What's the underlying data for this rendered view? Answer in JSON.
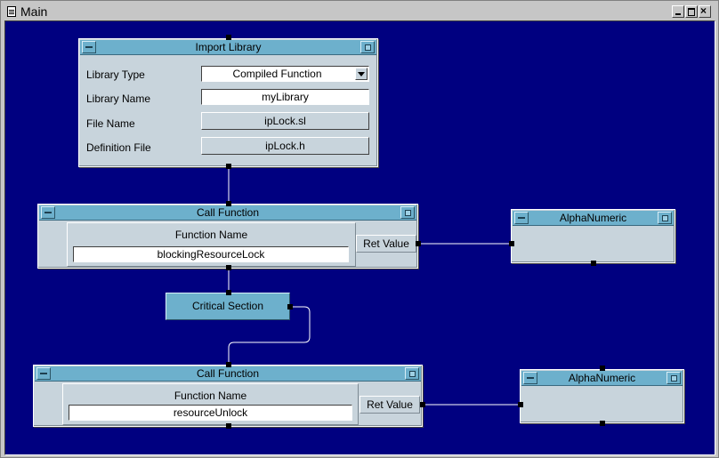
{
  "window": {
    "title": "Main"
  },
  "import_library": {
    "title": "Import Library",
    "library_type_label": "Library Type",
    "library_type_value": "Compiled Function",
    "library_name_label": "Library Name",
    "library_name_value": "myLibrary",
    "file_name_label": "File Name",
    "file_name_value": "ipLock.sl",
    "definition_file_label": "Definition File",
    "definition_file_value": "ipLock.h"
  },
  "call_function_1": {
    "title": "Call Function",
    "function_name_label": "Function Name",
    "function_name_value": "blockingResourceLock",
    "ret_value_label": "Ret Value"
  },
  "alphanumeric_1": {
    "title": "AlphaNumeric"
  },
  "critical_section": {
    "label": "Critical Section"
  },
  "call_function_2": {
    "title": "Call Function",
    "function_name_label": "Function Name",
    "function_name_value": "resourceUnlock",
    "ret_value_label": "Ret Value"
  },
  "alphanumeric_2": {
    "title": "AlphaNumeric"
  },
  "colors": {
    "workspace": "#000080",
    "titlebar": "#6db0cc",
    "panel": "#c8d4dc"
  },
  "icons": [
    "document-icon",
    "minimize-icon",
    "maximize-icon",
    "close-icon"
  ]
}
